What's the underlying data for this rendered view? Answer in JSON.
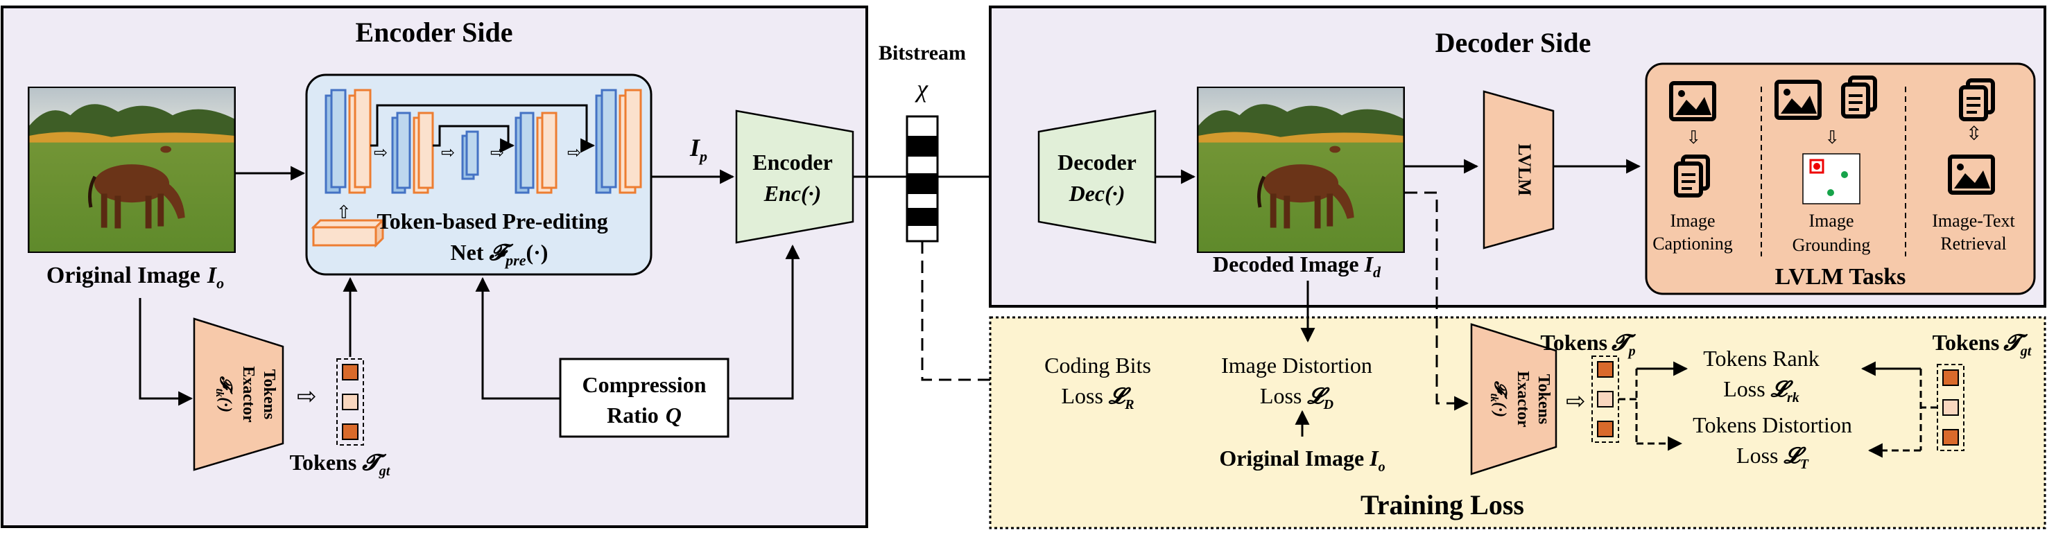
{
  "encoder": {
    "title": "Encoder Side",
    "original_image_label": "Original Image",
    "original_image_sym": "I",
    "original_image_sub": "o",
    "preedit_label_line1": "Token-based Pre-editing",
    "preedit_label_line2_prefix": "Net ",
    "preedit_sym": "𝓕",
    "preedit_sub": "pre",
    "preedit_fn": "(·)",
    "ip_sym": "I",
    "ip_sub": "p",
    "encoder_box_line1": "Encoder",
    "encoder_box_line2": "Enc(·)",
    "tokens_exactor_line1": "Tokens",
    "tokens_exactor_line2": "Exactor",
    "tokens_exactor_sym": "𝓕",
    "tokens_exactor_sub": "tk",
    "tokens_exactor_fn": "(·)",
    "tokens_gt_label": "Tokens",
    "tokens_gt_sym": "𝓣",
    "tokens_gt_sub": "gt",
    "compression_line1": "Compression",
    "compression_line2": "Ratio",
    "compression_sym": "Q"
  },
  "bitstream": {
    "label": "Bitstream",
    "sym": "χ"
  },
  "decoder": {
    "title": "Decoder Side",
    "decoder_box_line1": "Decoder",
    "decoder_box_line2": "Dec(·)",
    "decoded_image_label": "Decoded Image",
    "decoded_image_sym": "I",
    "decoded_image_sub": "d",
    "lvlm_label": "LVLM",
    "tasks_title": "LVLM Tasks",
    "task1_line1": "Image",
    "task1_line2": "Captioning",
    "task2_line1": "Image",
    "task2_line2": "Grounding",
    "task3_line1": "Image-Text",
    "task3_line2": "Retrieval"
  },
  "training": {
    "title": "Training Loss",
    "coding_line1": "Coding Bits",
    "coding_line2": "Loss",
    "coding_sym": "𝓛",
    "coding_sub": "R",
    "distortion_line1": "Image Distortion",
    "distortion_line2": "Loss",
    "distortion_sym": "𝓛",
    "distortion_sub": "D",
    "orig_label": "Original Image",
    "orig_sym": "I",
    "orig_sub": "o",
    "exactor_line1": "Tokens",
    "exactor_line2": "Exactor",
    "exactor_sym": "𝓕",
    "exactor_sub": "tk",
    "exactor_fn": "(·)",
    "tokens_p_label": "Tokens",
    "tokens_p_sym": "𝓣",
    "tokens_p_sub": "p",
    "tokens_gt_label": "Tokens",
    "tokens_gt_sym": "𝓣",
    "tokens_gt_sub": "gt",
    "rank_line1": "Tokens Rank",
    "rank_line2": "Loss",
    "rank_sym": "𝓛",
    "rank_sub": "rk",
    "tdist_line1": "Tokens Distortion",
    "tdist_line2": "Loss",
    "tdist_sym": "𝓛",
    "tdist_sub": "T"
  },
  "colors": {
    "encoder_panel": "#efebf5",
    "decoder_panel": "#efebf5",
    "preedit_panel": "#dce9f6",
    "encoder_box": "#e1efd8",
    "exactor_box": "#f7c9aa",
    "lvlm_box": "#f7c9aa",
    "tasks_panel": "#f6c9aa",
    "training_panel": "#fdf3d0",
    "block_blue": "#9dc3e6",
    "block_blue_edge": "#4472c4",
    "block_orange": "#fbe1cd",
    "block_orange_edge": "#ed7d31",
    "token_dark": "#d96a2b",
    "token_light": "#f9d7bf"
  }
}
